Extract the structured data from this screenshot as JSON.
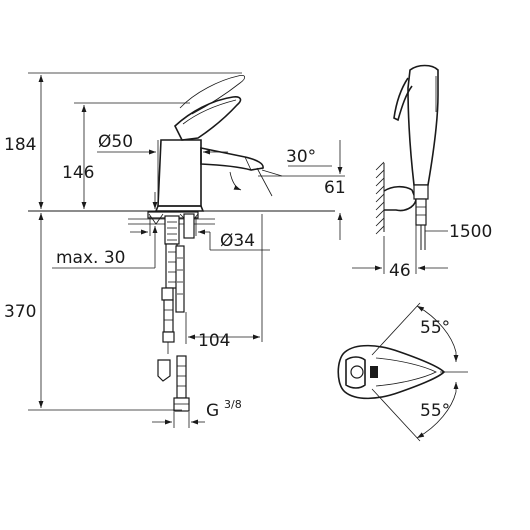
{
  "dimensions": {
    "total_height_above_deck": "184",
    "spout_height": "146",
    "body_diameter": "Ø50",
    "lever_angle": "30°",
    "spout_reach": "61",
    "hole_diameter": "Ø34",
    "max_deck_thickness": "max. 30",
    "hose_length_below": "370",
    "inlet_offset": "104",
    "connection_thread": "G",
    "connection_thread_fraction": "3/8",
    "hand_shower_hose": "1500",
    "holder_depth": "46",
    "rotation_left": "55°",
    "rotation_right": "55°"
  },
  "colors": {
    "line": "#1a1a1a",
    "background": "#ffffff"
  }
}
